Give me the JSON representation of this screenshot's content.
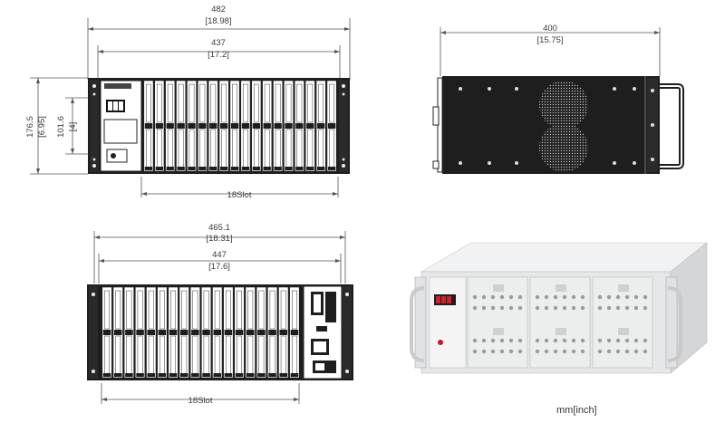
{
  "front_view": {
    "overall_width_mm": "482",
    "overall_width_in": "[18.98]",
    "inner_width_mm": "437",
    "inner_width_in": "[17.2]",
    "height_mm": "176.5",
    "height_in": "[6.95]",
    "mount_height_mm": "101.6",
    "mount_height_in": "[4]",
    "slot_label": "18Slot",
    "slot_count": 18
  },
  "side_view": {
    "depth_mm": "400",
    "depth_in": "[15.75]"
  },
  "rear_view": {
    "overall_width_mm": "465.1",
    "overall_width_in": "[18.31]",
    "inner_width_mm": "447",
    "inner_width_in": "[17.6]",
    "slot_label": "18Slot",
    "slot_count": 18
  },
  "footer": {
    "units_label": "mm[inch]"
  },
  "colors": {
    "line": "#555555",
    "chassis_dark": "#1e1e1e",
    "chassis_light": "#e6e7e9",
    "display_red": "#d0202a"
  }
}
